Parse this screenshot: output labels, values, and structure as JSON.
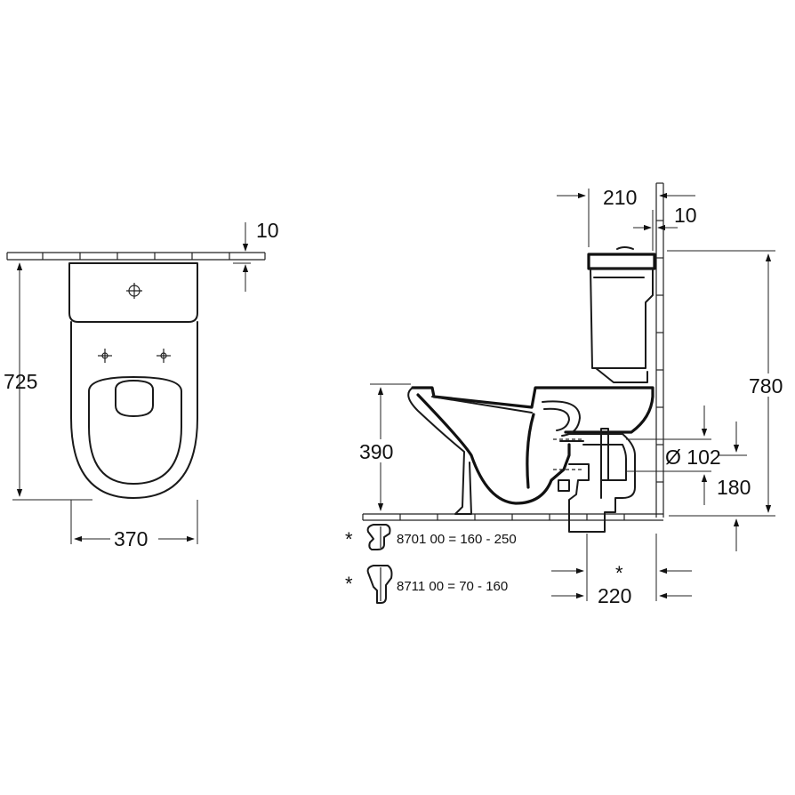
{
  "plan_view": {
    "dim_length": "725",
    "dim_width": "370",
    "dim_gap": "10"
  },
  "side_view": {
    "dim_tank_depth": "210",
    "dim_gap": "10",
    "dim_total_height": "780",
    "dim_seat_height": "390",
    "dim_pipe_diameter": "Ø 102",
    "dim_pipe_height": "180",
    "dim_outlet_distance": "220",
    "outlet_star": "*"
  },
  "notes": [
    {
      "star": "*",
      "text": "8701 00 = 160 - 250"
    },
    {
      "star": "*",
      "text": "8711 00 = 70 - 160"
    }
  ]
}
